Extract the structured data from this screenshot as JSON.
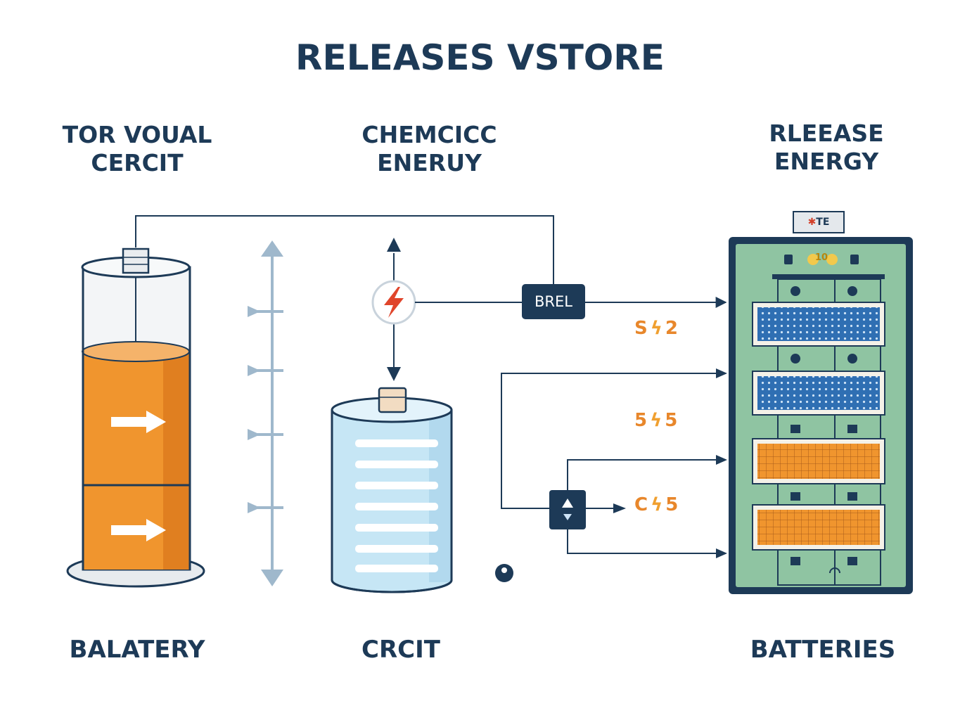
{
  "title": "RELEASES VSTORE",
  "columns": {
    "left": {
      "heading_line1": "TOR VOUAL",
      "heading_line2": "CERCIT",
      "footer": "BALATERY"
    },
    "middle": {
      "heading_line1": "CHEMCICC",
      "heading_line2": "ENERUY",
      "footer": "CRCIT"
    },
    "right": {
      "heading_line1": "RLEEASE",
      "heading_line2": "ENERGY",
      "footer": "BATTERIES"
    }
  },
  "controller_label": "BREL",
  "pack_plate_label": "TE",
  "pack_indicator_label": "10",
  "flows": [
    {
      "left": "S",
      "right": "2"
    },
    {
      "left": "5",
      "right": "5"
    },
    {
      "left": "C",
      "right": "5"
    }
  ],
  "colors": {
    "text": "#1d3a57",
    "orange_fill": "#f0952e",
    "blue_fill": "#c6e6f5",
    "pack_green": "#8fc4a2",
    "accent_orange": "#e8872b",
    "bolt_red": "#e0452b",
    "arrow_blue": "#9fb8cc"
  },
  "icons": [
    "lightning-bolt-icon",
    "up-down-arrow-icon",
    "right-arrow-icon"
  ]
}
